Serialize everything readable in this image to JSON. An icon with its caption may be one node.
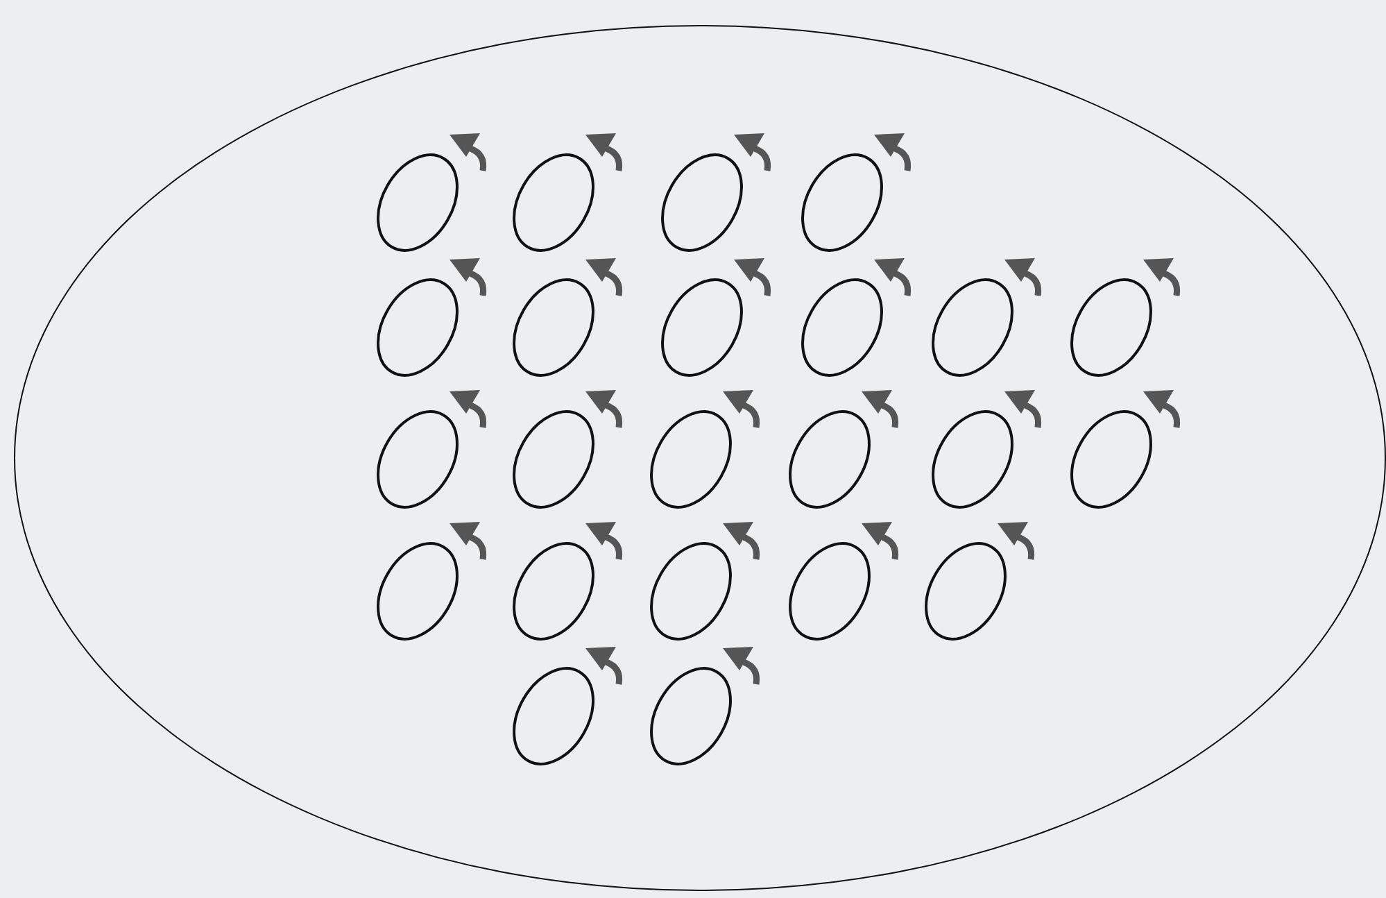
{
  "diagram": {
    "nodes": [
      {
        "text": [],
        "shape": "circle"
      },
      {
        "text": [],
        "shape": "circle",
        "in": 0
      },
      {
        "text": [],
        "shape": "circle",
        "in": 0
      },
      {
        "text": [],
        "shape": "circle",
        "in": 0
      },
      {
        "text": [],
        "shape": "circle",
        "in": 0
      },
      {
        "text": [],
        "shape": "circle",
        "in": 0
      },
      {
        "text": [],
        "shape": "circle",
        "in": 0
      },
      {
        "text": [],
        "shape": "circle",
        "in": 0
      },
      {
        "text": [],
        "shape": "circle",
        "in": 0
      },
      {
        "text": [],
        "shape": "circle",
        "in": 0
      },
      {
        "text": [],
        "shape": "circle",
        "in": 0
      },
      {
        "text": [],
        "shape": "circle",
        "in": 0
      },
      {
        "text": [],
        "shape": "circle",
        "in": 0
      },
      {
        "text": [],
        "shape": "circle",
        "in": 0
      },
      {
        "text": [],
        "shape": "circle",
        "in": 0
      },
      {
        "text": [],
        "shape": "circle",
        "in": 0
      },
      {
        "text": [],
        "shape": "circle",
        "in": 0
      },
      {
        "text": [],
        "shape": "circle",
        "in": 0
      },
      {
        "text": [],
        "shape": "circle",
        "in": 0
      },
      {
        "text": [],
        "shape": "circle",
        "in": 0
      },
      {
        "text": [],
        "shape": "circle",
        "in": 0
      },
      {
        "text": [],
        "shape": "circle",
        "in": 0
      },
      {
        "text": [],
        "shape": "circle",
        "in": 0
      },
      {
        "text": [],
        "shape": "circle",
        "in": 0
      }
    ]
  }
}
